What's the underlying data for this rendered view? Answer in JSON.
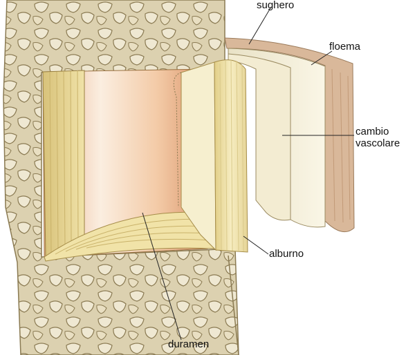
{
  "diagram": {
    "labels": {
      "sughero": "sughero",
      "floema": "floema",
      "cambio_line1": "cambio",
      "cambio_line2": "vascolare",
      "alburno": "alburno",
      "duramen": "duramen"
    },
    "colors": {
      "bark": "#dcd1b0",
      "bark_crack": "#8a7a52",
      "bark_plate": "#efe8d2",
      "heartwood": "#f0c4a0",
      "heartwood_center": "#fbeee0",
      "sapwood": "#f2e6b0",
      "sapwood_ring": "#d9c98a",
      "cambium_sheet": "#f3ecd2",
      "phloem_sheet": "#f6efd6",
      "cork": "#d9b89a",
      "leader_line": "#222222"
    }
  }
}
